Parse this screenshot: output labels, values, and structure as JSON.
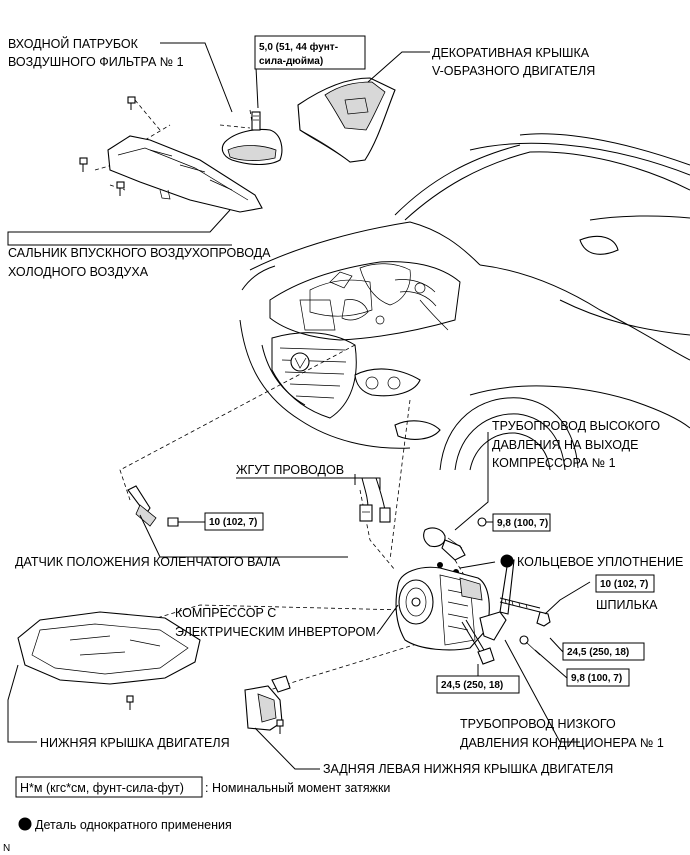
{
  "labels": {
    "air_filter_inlet_1": "ВХОДНОЙ ПАТРУБОК",
    "air_filter_inlet_2": "ВОЗДУШНОГО ФИЛЬТРА № 1",
    "v_cover_1": "ДЕКОРАТИВНАЯ КРЫШКА",
    "v_cover_2": "V-ОБРАЗНОГО ДВИГАТЕЛЯ",
    "cold_air_seal_1": "САЛЬНИК ВПУСКНОГО ВОЗДУХОПРОВОДА",
    "cold_air_seal_2": "ХОЛОДНОГО ВОЗДУХА",
    "hp_pipe_1": "ТРУБОПРОВОД ВЫСОКОГО",
    "hp_pipe_2": "ДАВЛЕНИЯ НА ВЫХОДЕ",
    "hp_pipe_3": "КОМПРЕССОРА № 1",
    "wire_harness": "ЖГУТ ПРОВОДОВ",
    "crank_sensor": "ДАТЧИК ПОЛОЖЕНИЯ КОЛЕНЧАТОГО ВАЛА",
    "o_ring": "КОЛЬЦЕВОЕ УПЛОТНЕНИЕ",
    "compressor_1": "КОМПРЕССОР С",
    "compressor_2": "ЭЛЕКТРИЧЕСКИМ ИНВЕРТОРОМ",
    "stud": "ШПИЛЬКА",
    "lp_pipe_1": "ТРУБОПРОВОД НИЗКОГО",
    "lp_pipe_2": "ДАВЛЕНИЯ КОНДИЦИОНЕРА № 1",
    "under_cover": "НИЖНЯЯ КРЫШКА ДВИГАТЕЛЯ",
    "rear_lh_cover": "ЗАДНЯЯ ЛЕВАЯ НИЖНЯЯ КРЫШКА ДВИГАТЕЛЯ"
  },
  "torques": {
    "air_inlet_bolt_1": "5,0 (51, 44 фунт-",
    "air_inlet_bolt_2": "сила-дюйма)",
    "crank_sensor_bolt": "10 (102, 7)",
    "hp_pipe_bolt": "9,8 (100, 7)",
    "stud": "10 (102, 7)",
    "compressor_nut": "24,5 (250, 18)",
    "lp_pipe_bolt": "9,8 (100, 7)",
    "compressor_bolt": "24,5 (250, 18)"
  },
  "legend": {
    "unit_box": "Н*м (кгс*см, фунт-сила-фут)",
    "unit_desc": ": Номинальный момент затяжки",
    "non_reusable": "Деталь однократного применения",
    "page_mark": "N"
  }
}
